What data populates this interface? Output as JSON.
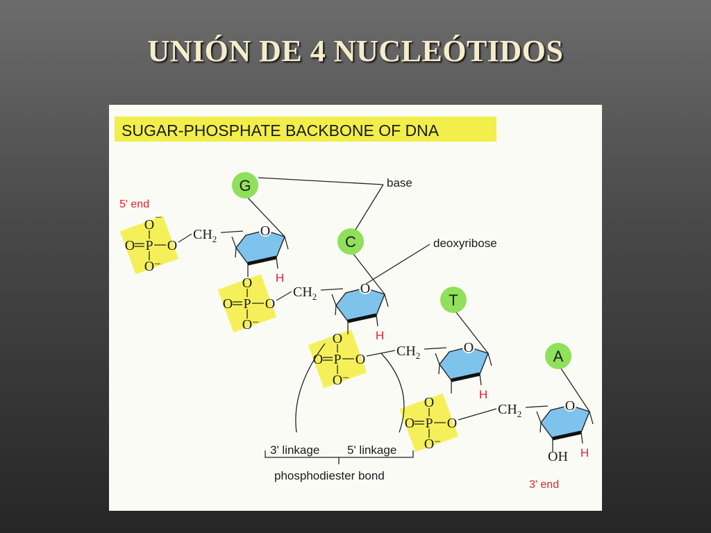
{
  "slide": {
    "title": "UNIÓN DE 4 NUCLEÓTIDOS"
  },
  "figure": {
    "header": "SUGAR-PHOSPHATE BACKBONE OF DNA",
    "labels": {
      "five_prime_end": "5' end",
      "three_prime_end": "3' end",
      "base": "base",
      "deoxyribose": "deoxyribose",
      "three_linkage": "3' linkage",
      "five_linkage": "5' linkage",
      "phosphodiester_bond": "phosphodiester bond"
    },
    "nucleotides": [
      {
        "base": "G"
      },
      {
        "base": "C"
      },
      {
        "base": "T"
      },
      {
        "base": "A"
      }
    ],
    "chem": {
      "ch2": "CH",
      "ch2_sub": "2",
      "ring_o": "O",
      "o": "O",
      "p": "P",
      "h": "H",
      "oh": "OH",
      "minus": "–"
    }
  },
  "colors": {
    "title": "#f4eccb",
    "header_highlight": "#f2ee4a",
    "phosphate": "#f5f05a",
    "sugar": "#7ec3ec",
    "base_circle": "#8fe05a",
    "end_label": "#d8242c",
    "hydrogen": "#d8242c"
  }
}
